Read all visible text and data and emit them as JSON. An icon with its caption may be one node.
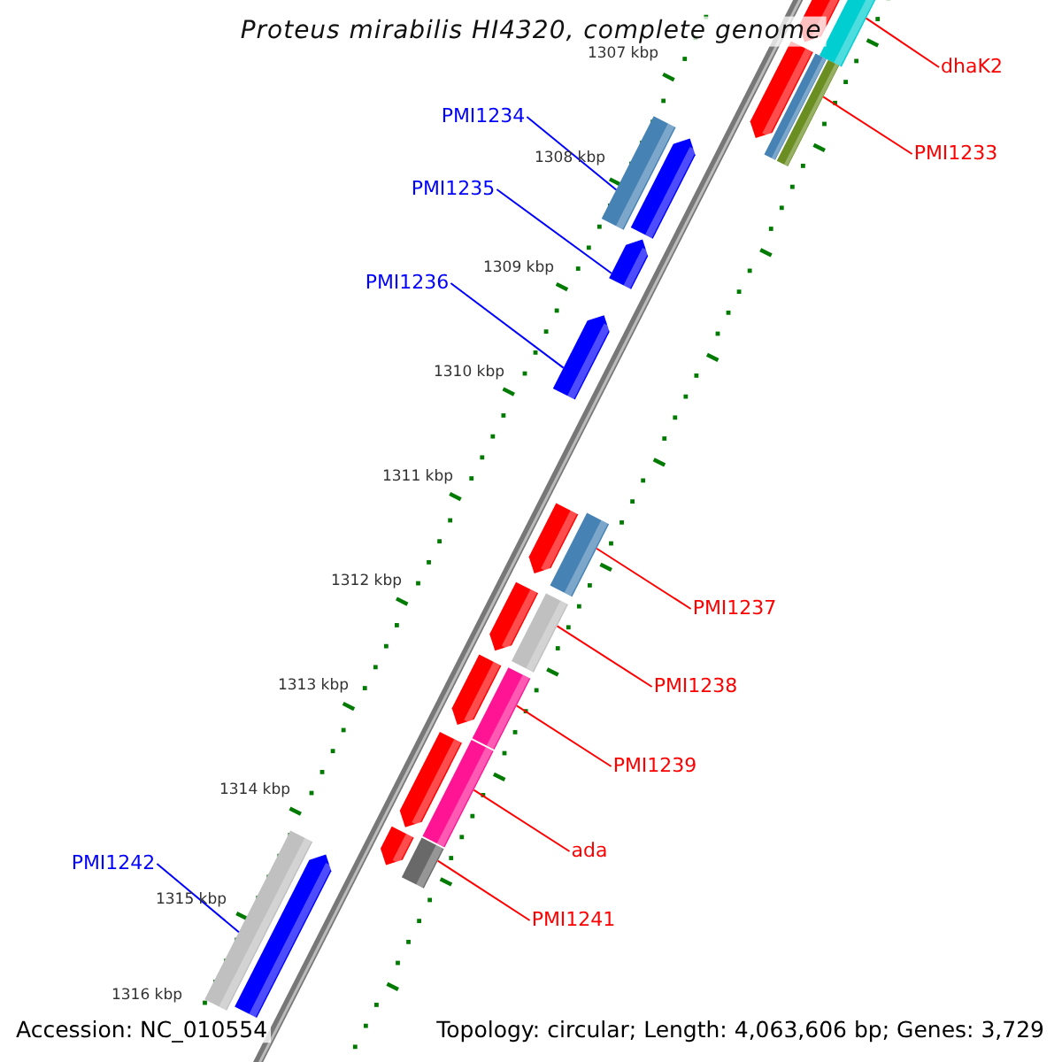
{
  "diagram": {
    "title": "Proteus mirabilis HI4320, complete genome",
    "nodes": [
      {
        "text": [
          "dhaK2"
        ]
      },
      {
        "text": [
          "PMI1233"
        ]
      },
      {
        "text": [
          "PMI1234"
        ]
      },
      {
        "text": [
          "PMI1235"
        ]
      },
      {
        "text": [
          "PMI1236"
        ]
      },
      {
        "text": [
          "PMI1237"
        ]
      },
      {
        "text": [
          "PMI1238"
        ]
      },
      {
        "text": [
          "PMI1239"
        ]
      },
      {
        "text": [
          "ada"
        ]
      },
      {
        "text": [
          "PMI1242"
        ]
      },
      {
        "text": [
          "PMI1241"
        ]
      },
      {
        "text": [],
        "shape": "bar"
      },
      {
        "text": [],
        "shape": "bar"
      },
      {
        "text": [],
        "shape": "bar"
      },
      {
        "text": [],
        "shape": "arrow"
      },
      {
        "text": [],
        "shape": "arrow"
      },
      {
        "text": [],
        "shape": "bar"
      },
      {
        "text": [],
        "shape": "bar"
      },
      {
        "text": [],
        "shape": "bar"
      },
      {
        "text": [],
        "shape": "bar"
      },
      {
        "text": [],
        "shape": "bar"
      },
      {
        "text": [],
        "shape": "bar"
      }
    ],
    "edges": [
      {
        "from": 0,
        "to": 11,
        "arrow": "none"
      },
      {
        "from": 1,
        "to": 12,
        "arrow": "none"
      },
      {
        "from": 2,
        "to": 13,
        "arrow": "none",
        "color": "#0000ff"
      },
      {
        "from": 3,
        "to": 14,
        "arrow": "none",
        "color": "#0000ff"
      },
      {
        "from": 4,
        "to": 15,
        "arrow": "none",
        "color": "#0000ff"
      },
      {
        "from": 5,
        "to": 16,
        "arrow": "none"
      },
      {
        "from": 6,
        "to": 17,
        "arrow": "none"
      },
      {
        "from": 7,
        "to": 18,
        "arrow": "none"
      },
      {
        "from": 8,
        "to": 19,
        "arrow": "none"
      },
      {
        "from": 9,
        "to": 20,
        "arrow": "none",
        "color": "#0000ff"
      },
      {
        "from": 10,
        "to": 21,
        "arrow": "none"
      }
    ],
    "labels": [
      "1307 kbp",
      "1308 kbp",
      "1309 kbp",
      "1310 kbp",
      "1311 kbp",
      "1312 kbp",
      "1313 kbp",
      "1314 kbp",
      "1315 kbp",
      "1316 kbp",
      "Accession: NC_010554",
      "Topology: circular; Length: 4,063,606 bp; Genes: 3,729"
    ]
  }
}
